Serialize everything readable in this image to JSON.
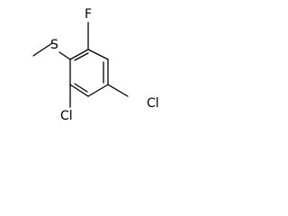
{
  "molecule": {
    "atoms": {
      "fluorine": "F",
      "sulfur": "S",
      "chlorine_left": "Cl",
      "chlorine_right": "Cl"
    }
  },
  "colors": {
    "bond": "#000000",
    "label": "#000000",
    "background": "#ffffff"
  }
}
